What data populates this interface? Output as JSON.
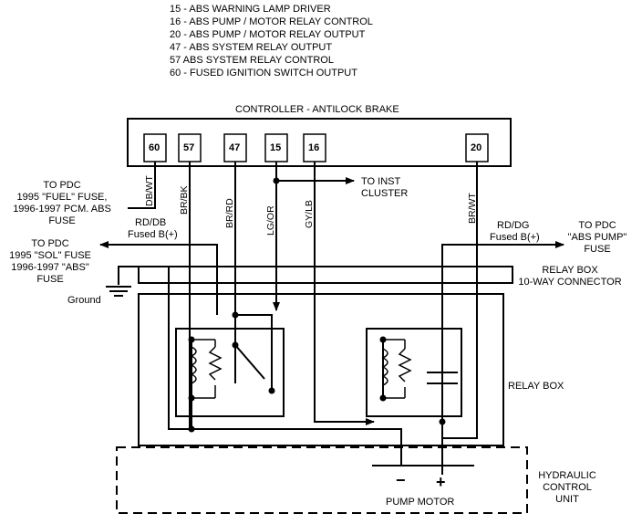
{
  "legend": [
    "15 - ABS WARNING LAMP DRIVER",
    "16 - ABS PUMP / MOTOR RELAY CONTROL",
    "20 - ABS PUMP / MOTOR RELAY OUTPUT",
    "47 - ABS SYSTEM RELAY OUTPUT",
    "57   ABS SYSTEM RELAY CONTROL",
    "60 - FUSED IGNITION SWITCH OUTPUT"
  ],
  "controller": {
    "title": "CONTROLLER - ANTILOCK BRAKE",
    "pins": [
      "60",
      "57",
      "47",
      "15",
      "16",
      "20"
    ]
  },
  "wires": {
    "pin60": "DB/WT",
    "pin57": "BR/BK",
    "pin47": "BR/RD",
    "pin15": "LG/OR",
    "pin16": "GY/LB",
    "pin20": "BR/WT"
  },
  "labels": {
    "to_pdc_left_1": [
      "TO PDC",
      "1995 \"FUEL\" FUSE,",
      "1996-1997 PCM. ABS",
      "FUSE"
    ],
    "to_inst": [
      "TO INST",
      "CLUSTER"
    ],
    "rd_db": [
      "RD/DB",
      "Fused B(+)"
    ],
    "to_pdc_left_2": [
      "TO PDC",
      "1995 \"SOL\" FUSE",
      "1996-1997 \"ABS\"",
      "FUSE"
    ],
    "ground": "Ground",
    "rd_dg": [
      "RD/DG",
      "Fused B(+)"
    ],
    "to_pdc_right": [
      "TO PDC",
      "\"ABS PUMP\"",
      "FUSE"
    ],
    "relay_box_connector": [
      "RELAY BOX",
      "10-WAY CONNECTOR"
    ],
    "relay_box": "RELAY BOX",
    "hydraulic": [
      "HYDRAULIC",
      "CONTROL",
      "UNIT"
    ],
    "pump_motor": "PUMP MOTOR",
    "minus": "−",
    "plus": "+"
  }
}
